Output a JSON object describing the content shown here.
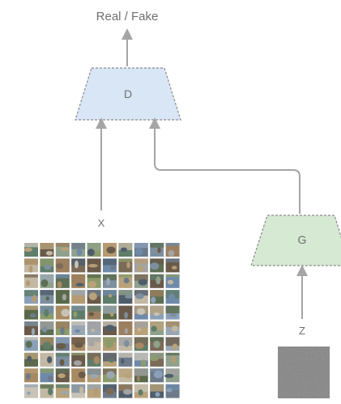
{
  "diagram": {
    "output_label": "Real / Fake",
    "discriminator_label": "D",
    "generator_label": "G",
    "real_input_label": "X",
    "noise_input_label": "Z"
  },
  "colors": {
    "discriminator_fill": "#d9e6f6",
    "generator_fill": "#d6e9d3",
    "arrow": "#a5a5a5",
    "noise": "#7a7a7a"
  },
  "images": {
    "grid_rows": 10,
    "grid_cols": 10
  }
}
